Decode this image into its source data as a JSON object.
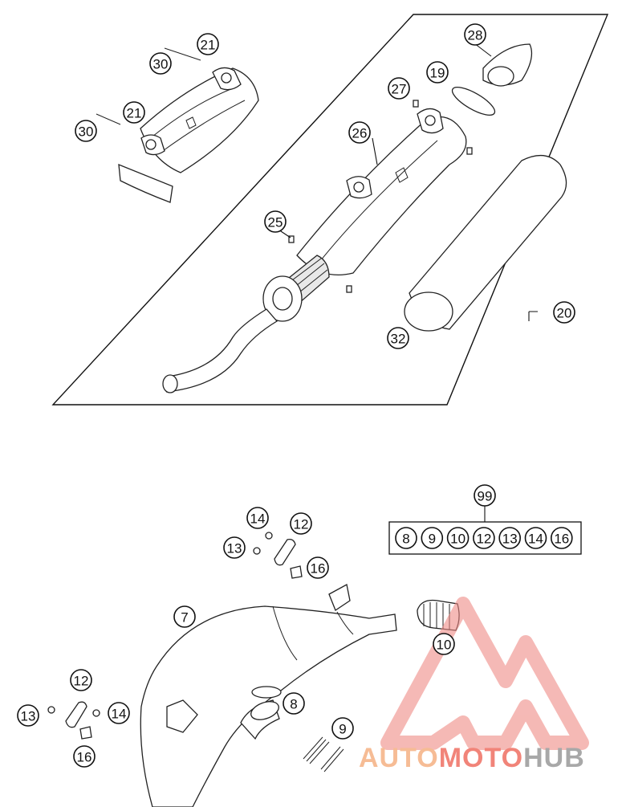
{
  "diagram": {
    "callouts": [
      {
        "id": "c21a",
        "label": "21"
      },
      {
        "id": "c30a",
        "label": "30"
      },
      {
        "id": "c21b",
        "label": "21"
      },
      {
        "id": "c30b",
        "label": "30"
      },
      {
        "id": "c28",
        "label": "28"
      },
      {
        "id": "c19",
        "label": "19"
      },
      {
        "id": "c27",
        "label": "27"
      },
      {
        "id": "c26",
        "label": "26"
      },
      {
        "id": "c25",
        "label": "25"
      },
      {
        "id": "c20",
        "label": "20"
      },
      {
        "id": "c32",
        "label": "32"
      },
      {
        "id": "c99",
        "label": "99"
      },
      {
        "id": "c14a",
        "label": "14"
      },
      {
        "id": "c12a",
        "label": "12"
      },
      {
        "id": "c13a",
        "label": "13"
      },
      {
        "id": "c16a",
        "label": "16"
      },
      {
        "id": "c7",
        "label": "7"
      },
      {
        "id": "c10",
        "label": "10"
      },
      {
        "id": "c12b",
        "label": "12"
      },
      {
        "id": "c13b",
        "label": "13"
      },
      {
        "id": "c14b",
        "label": "14"
      },
      {
        "id": "c16b",
        "label": "16"
      },
      {
        "id": "c8",
        "label": "8"
      },
      {
        "id": "c9",
        "label": "9"
      }
    ],
    "kit_items": [
      "8",
      "9",
      "10",
      "12",
      "13",
      "14",
      "16"
    ]
  },
  "watermark": {
    "part1": "AUTO",
    "part2": "MOTO",
    "part3": "HUB",
    "color1": "#f5b183",
    "color2": "#ef6f62",
    "color3": "#9a9a9a",
    "logo_color": "#ef8a84"
  }
}
